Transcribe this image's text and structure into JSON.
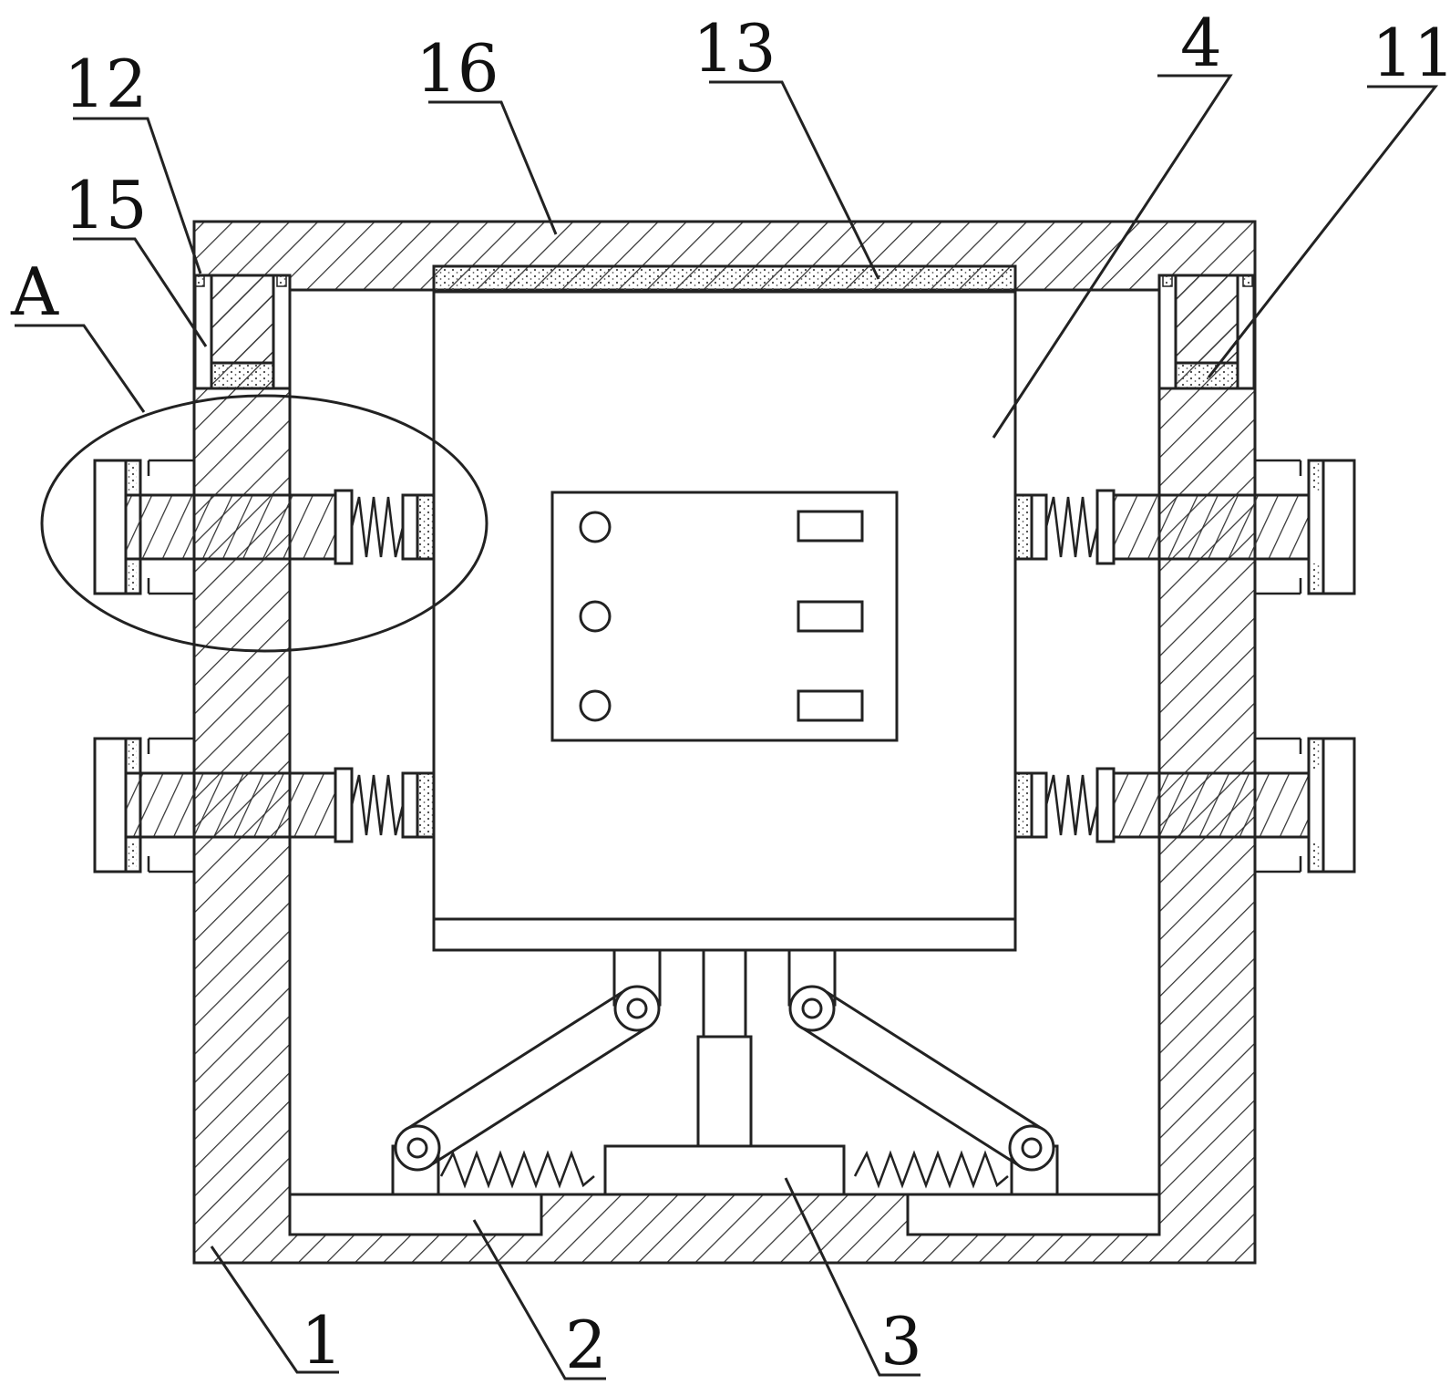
{
  "labels": {
    "l12": "12",
    "l15": "15",
    "lA": "A",
    "l16": "16",
    "l13": "13",
    "l4": "4",
    "l11": "11",
    "l1": "1",
    "l2": "2",
    "l3": "3"
  },
  "colors": {
    "line": "#222222",
    "background": "#ffffff"
  }
}
